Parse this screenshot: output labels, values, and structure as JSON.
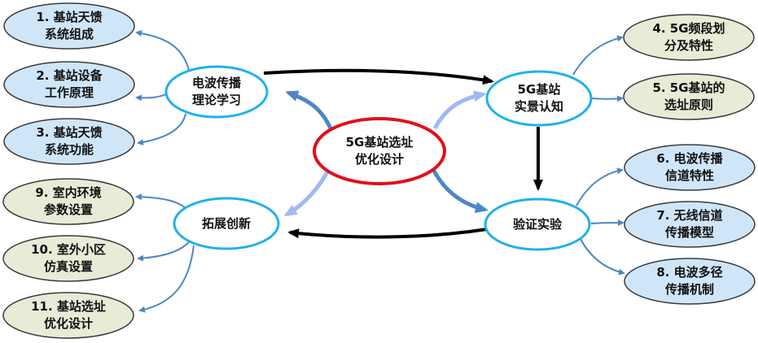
{
  "center": {
    "line1": "5G基站选址",
    "line2": "优化设计"
  },
  "hubs": {
    "theory": {
      "line1": "电波传播",
      "line2": "理论学习"
    },
    "scene": {
      "line1": "5G基站",
      "line2": "实景认知"
    },
    "verify": {
      "line1": "验证实验"
    },
    "innovate": {
      "line1": "拓展创新"
    }
  },
  "items": {
    "i1": {
      "line1": "1. 基站天馈",
      "line2": "系统组成"
    },
    "i2": {
      "line1": "2. 基站设备",
      "line2": "工作原理"
    },
    "i3": {
      "line1": "3. 基站天馈",
      "line2": "系统功能"
    },
    "i4": {
      "line1": "4. 5G频段划",
      "line2": "分及特性"
    },
    "i5": {
      "line1": "5. 5G基站的",
      "line2": "选址原则"
    },
    "i6": {
      "line1": "6. 电波传播",
      "line2": "信道特性"
    },
    "i7": {
      "line1": "7. 无线信道",
      "line2": "传播模型"
    },
    "i8": {
      "line1": "8. 电波多径",
      "line2": "传播机制"
    },
    "i9": {
      "line1": "9. 室内环境",
      "line2": "参数设置"
    },
    "i10": {
      "line1": "10. 室外小区",
      "line2": "仿真设置"
    },
    "i11": {
      "line1": "11. 基站选址",
      "line2": "优化设计"
    }
  },
  "colors": {
    "blue_fill": "#cfe6f8",
    "green_fill": "#e6ecd6",
    "item_stroke": "#3a3a3a",
    "hub_stroke": "#1fb2e8",
    "center_stroke": "#e0101a",
    "arrow_blue": "#4f86c6",
    "arrow_light": "#9fbaf2",
    "arrow_black": "#000000"
  }
}
